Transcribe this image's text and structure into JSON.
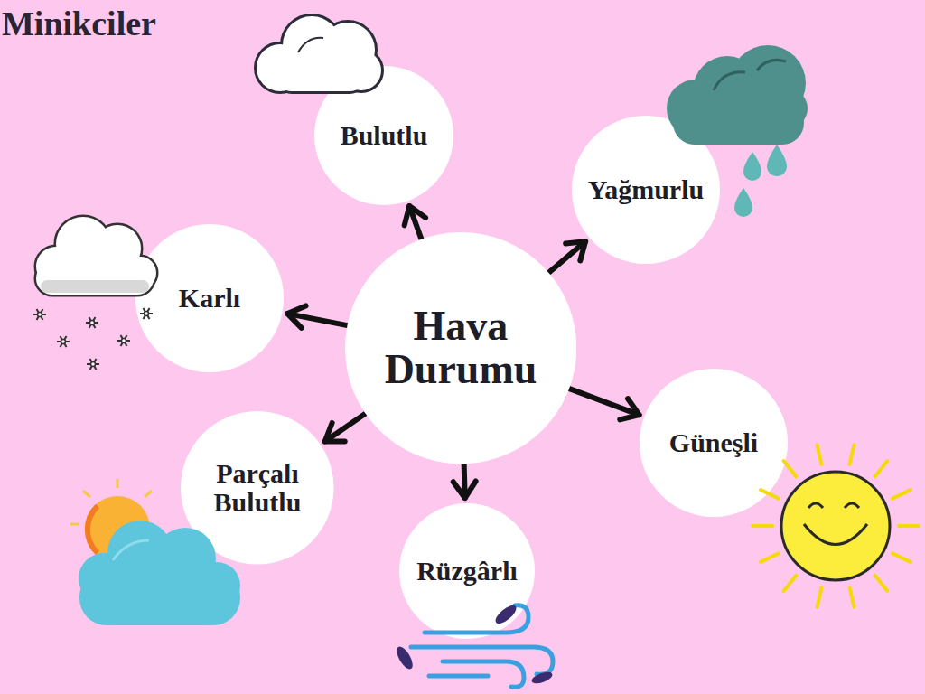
{
  "diagram": {
    "title": "Minikciler",
    "nodes": [
      {
        "text": [
          "Hava Durumu"
        ]
      },
      {
        "text": [
          "Bulutlu"
        ]
      },
      {
        "text": [
          "Yağmurlu"
        ]
      },
      {
        "text": [
          "Karlı"
        ]
      },
      {
        "text": [
          "Güneşli"
        ]
      },
      {
        "text": [
          "Parçalı Bulutlu"
        ]
      },
      {
        "text": [
          "Rüzgârlı"
        ]
      }
    ],
    "edges": [
      {
        "from": 0,
        "to": 1,
        "arrow": "to"
      },
      {
        "from": 0,
        "to": 2,
        "arrow": "to"
      },
      {
        "from": 0,
        "to": 3,
        "arrow": "to"
      },
      {
        "from": 0,
        "to": 4,
        "arrow": "to"
      },
      {
        "from": 0,
        "to": 5,
        "arrow": "to"
      },
      {
        "from": 0,
        "to": 6,
        "arrow": "to"
      }
    ]
  }
}
